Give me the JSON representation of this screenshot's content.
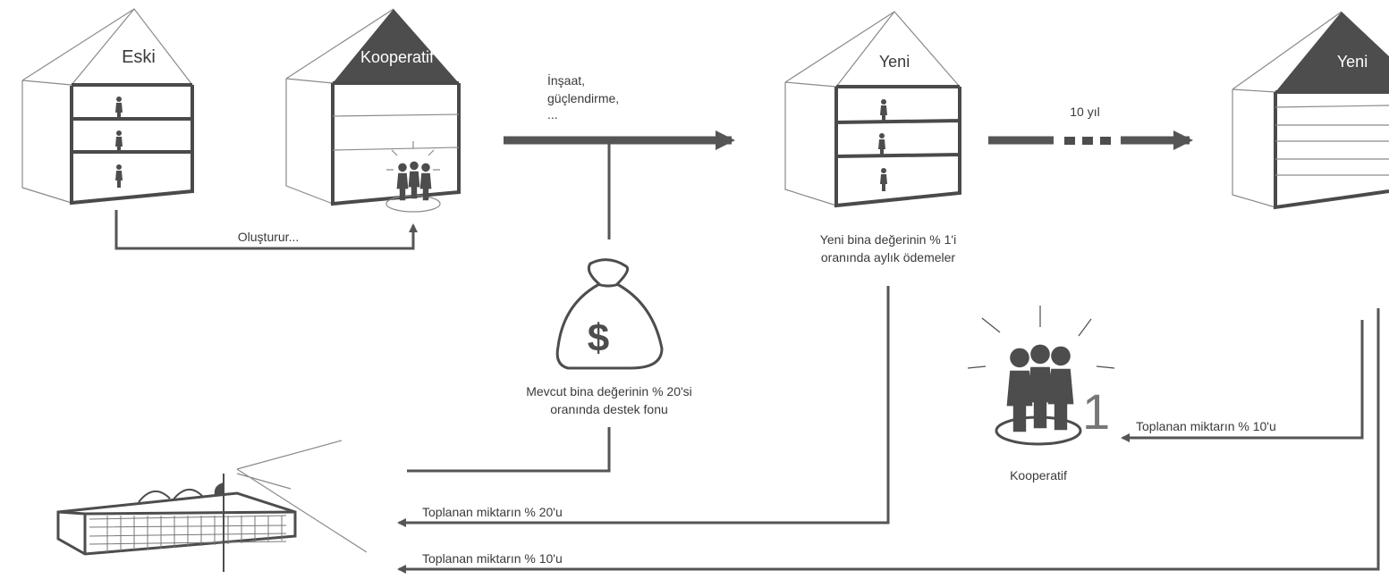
{
  "houses": {
    "old": "Eski",
    "cooperative": "Kooperatif",
    "new": "Yeni",
    "new_after": "Yeni"
  },
  "labels": {
    "forms": "Oluşturur...",
    "construction_line1": "İnşaat,",
    "construction_line2": "güçlendirme,",
    "construction_line3": "...",
    "ten_years": "10 yıl",
    "monthly_line1": "Yeni bina değerinin % 1'i",
    "monthly_line2": "oranında aylık ödemeler",
    "support_line1": "Mevcut bina değerinin % 20'si",
    "support_line2": "oranında destek fonu",
    "collected_10_top": "Toplanan miktarın % 10'u",
    "collected_20": "Toplanan miktarın % 20'u",
    "collected_10_bottom": "Toplanan miktarın % 10'u",
    "cooperative": "Kooperatif",
    "cooperative_number": "1",
    "dollar": "$"
  },
  "colors": {
    "dark_fill": "#4d4d4d",
    "line": "#555555",
    "text": "#3a3a3a"
  }
}
